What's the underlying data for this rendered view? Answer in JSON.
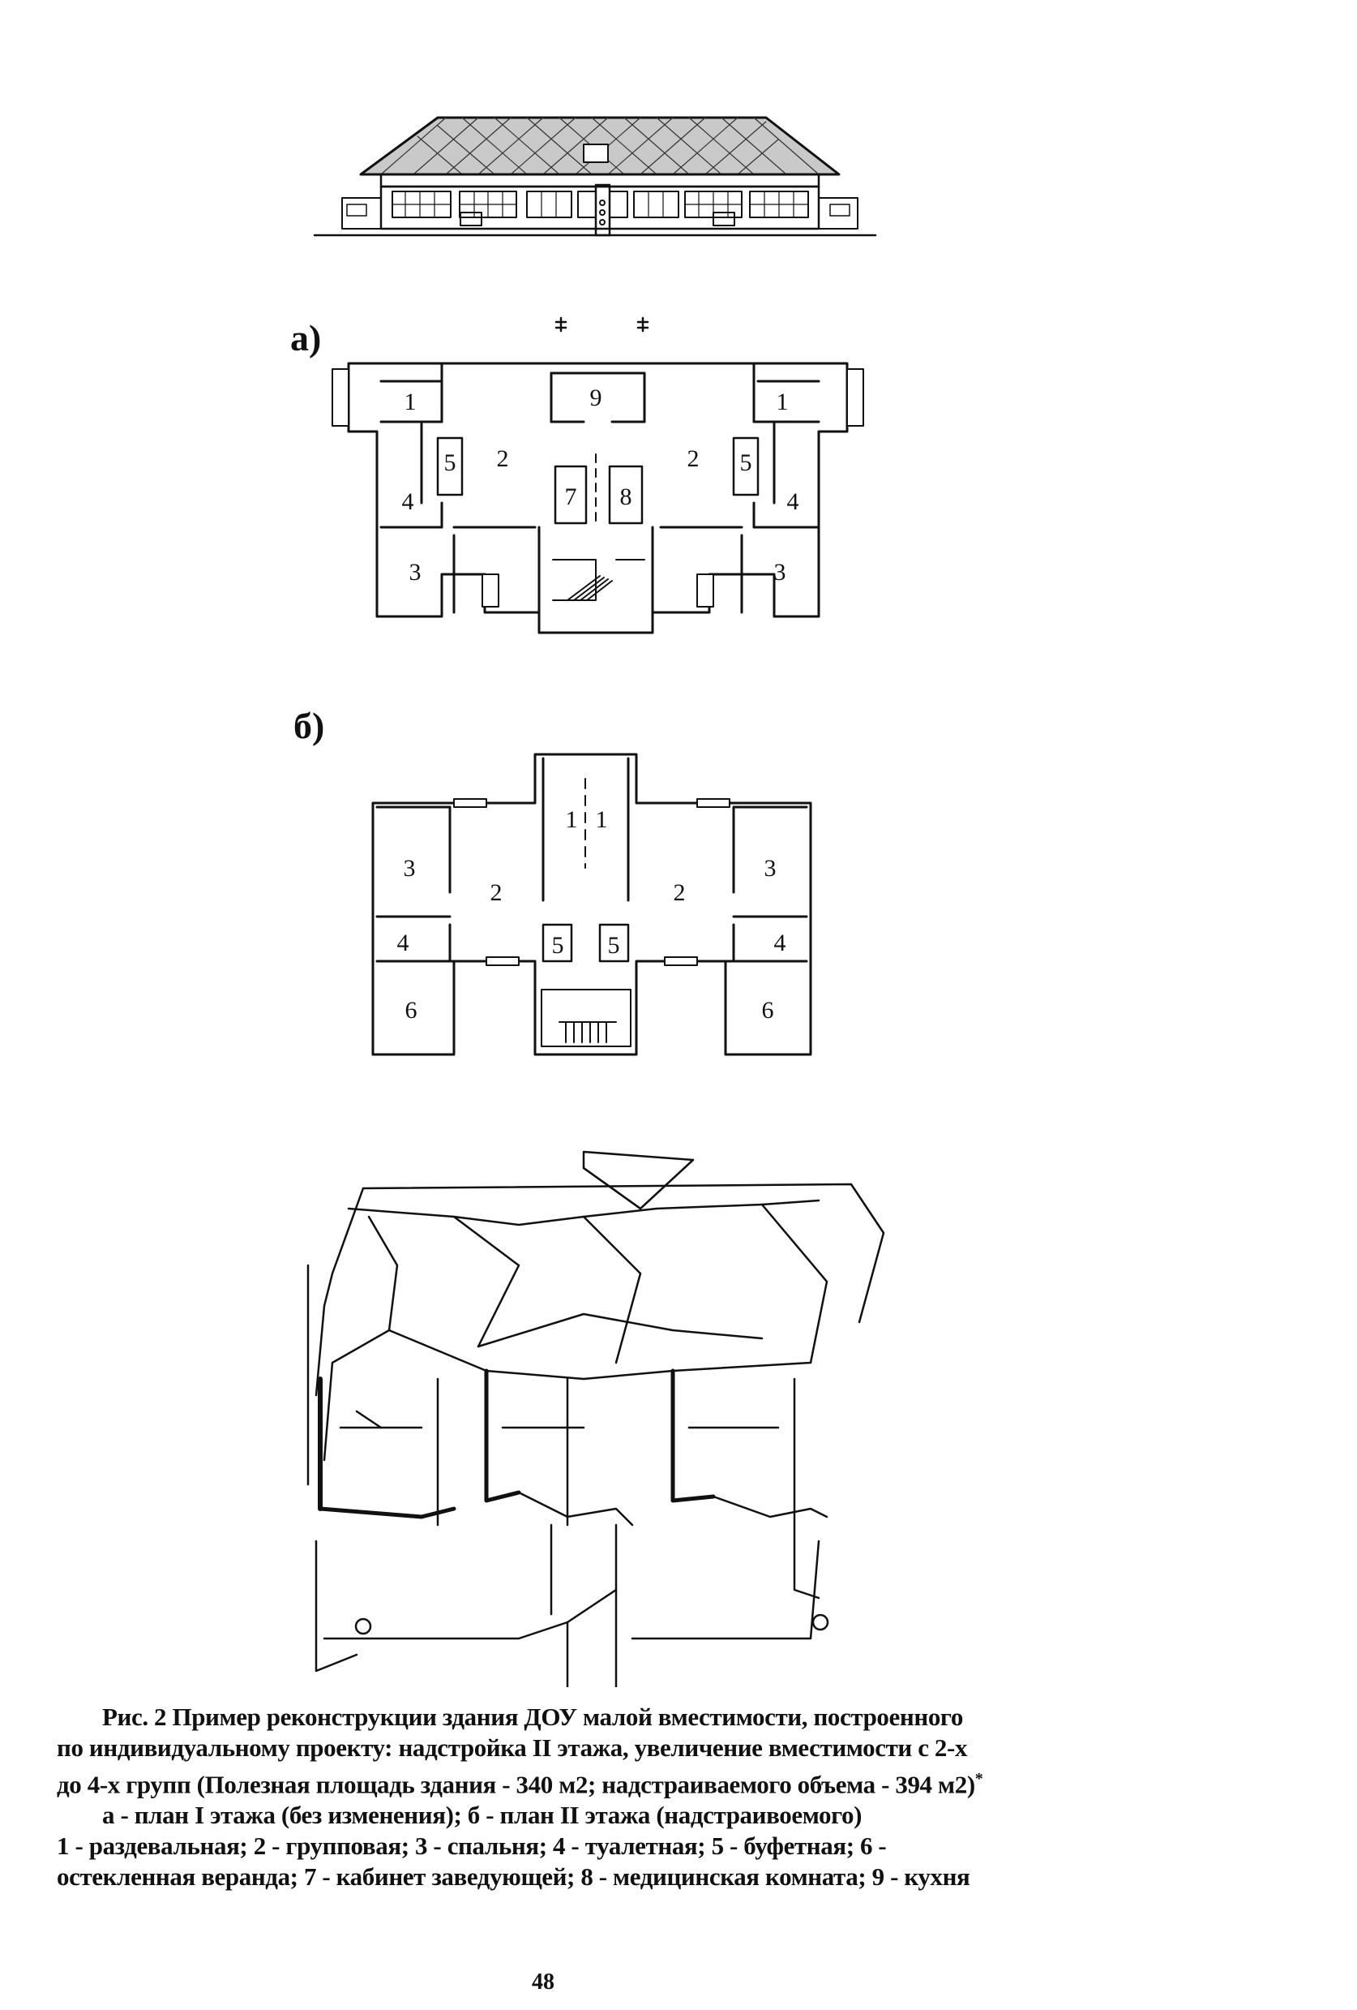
{
  "figure": {
    "label_a": "а)",
    "label_b": "б)",
    "plan_a_rooms": [
      "1",
      "1",
      "2",
      "2",
      "9",
      "5",
      "5",
      "7",
      "8",
      "4",
      "4",
      "3",
      "3"
    ],
    "plan_b_rooms": [
      "1",
      "1",
      "3",
      "3",
      "2",
      "2",
      "4",
      "4",
      "5",
      "5",
      "6",
      "6"
    ]
  },
  "caption": {
    "title_lines": [
      "Рис. 2 Пример реконструкции здания ДОУ малой вместимости, построенного",
      "по индивидуальному проекту: надстройка II этажа, увеличение вместимости с 2-х",
      "до 4-х групп (Полезная площадь здания - 340 м2; надстраиваемого объема - 394 м2)"
    ],
    "footnote_mark": "*",
    "legend_ab": "а - план I этажа (без изменения); б - план II этажа (надстраивоемого)",
    "legend_rooms": [
      "1 - раздевальная; 2 - групповая; 3 - спальня; 4 - туалетная; 5 - буфетная; 6 -",
      "остекленная веранда; 7 - кабинет заведующей; 8 - медицинская комната; 9 - кухня"
    ]
  },
  "page_number": "48"
}
